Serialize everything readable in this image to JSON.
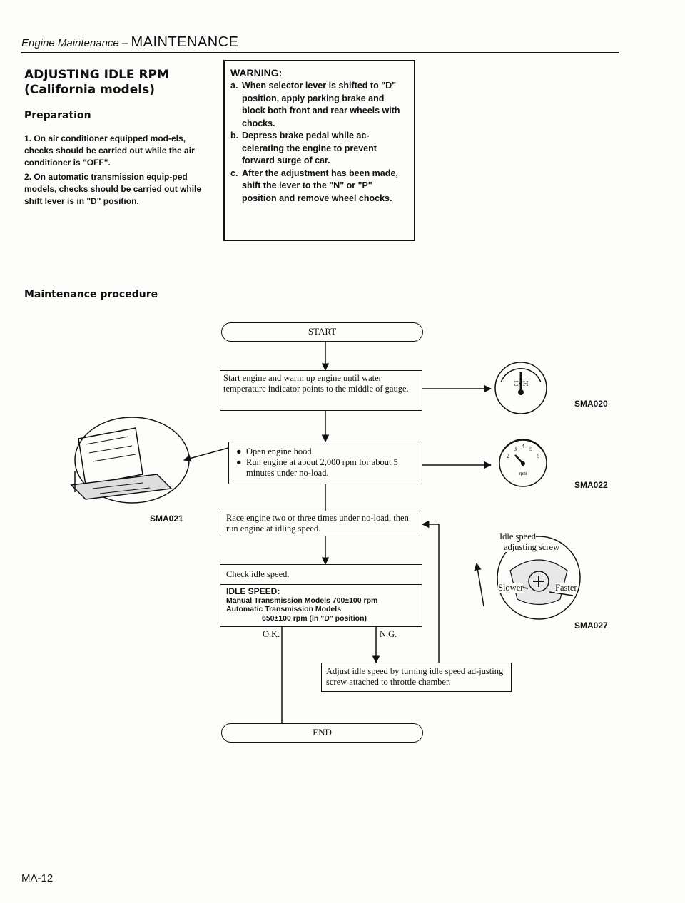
{
  "header": {
    "section": "Engine Maintenance –",
    "title": "MAINTENANCE"
  },
  "title": {
    "line1": "ADJUSTING IDLE RPM",
    "line2": "(California models)"
  },
  "preparation": {
    "heading": "Preparation",
    "items": [
      "1.  On air conditioner equipped mod-els, checks should be carried out while the air conditioner is \"OFF\".",
      "2.  On automatic transmission equip-ped models, checks should be carried out while shift lever is in \"D\" position."
    ]
  },
  "warning": {
    "title": "WARNING:",
    "items": [
      {
        "letter": "a.",
        "text": "When selector lever is shifted to \"D\" position, apply parking brake and block both front and rear wheels with chocks."
      },
      {
        "letter": "b.",
        "text": "Depress brake pedal while ac-celerating the engine to prevent forward surge of car."
      },
      {
        "letter": "c.",
        "text": "After the adjustment has been made, shift the lever to the \"N\" or \"P\" position and remove wheel chocks."
      }
    ]
  },
  "procedure": {
    "heading": "Maintenance procedure"
  },
  "flow": {
    "start": "START",
    "step1": "Start engine and warm up engine until water temperature indicator points to the middle of gauge.",
    "step2": [
      "Open engine hood.",
      "Run engine at about 2,000 rpm for about 5 minutes under no-load."
    ],
    "step3": "Race engine two or three times under no-load, then run engine at  idling speed.",
    "step4_title": "Check idle speed.",
    "step4_spec_label": "IDLE  SPEED:",
    "step4_spec1": "Manual Transmission Models 700±100 rpm",
    "step4_spec2": "Automatic Transmission Models",
    "step4_spec3": "650±100 rpm (in \"D\" position)",
    "ok": "O.K.",
    "ng": "N.G.",
    "step5": "Adjust idle speed by turning idle speed ad-justing screw attached to throttle chamber.",
    "end": "END"
  },
  "figures": {
    "sma020": "SMA020",
    "sma021": "SMA021",
    "sma022": "SMA022",
    "sma027": "SMA027",
    "gauge_label": "C\\ H",
    "tach_unit": "rpm",
    "screw_label1": "Idle speed",
    "screw_label2": "adjusting screw",
    "slower": "Slower",
    "faster": "Faster"
  },
  "footer": {
    "page": "MA-12"
  }
}
